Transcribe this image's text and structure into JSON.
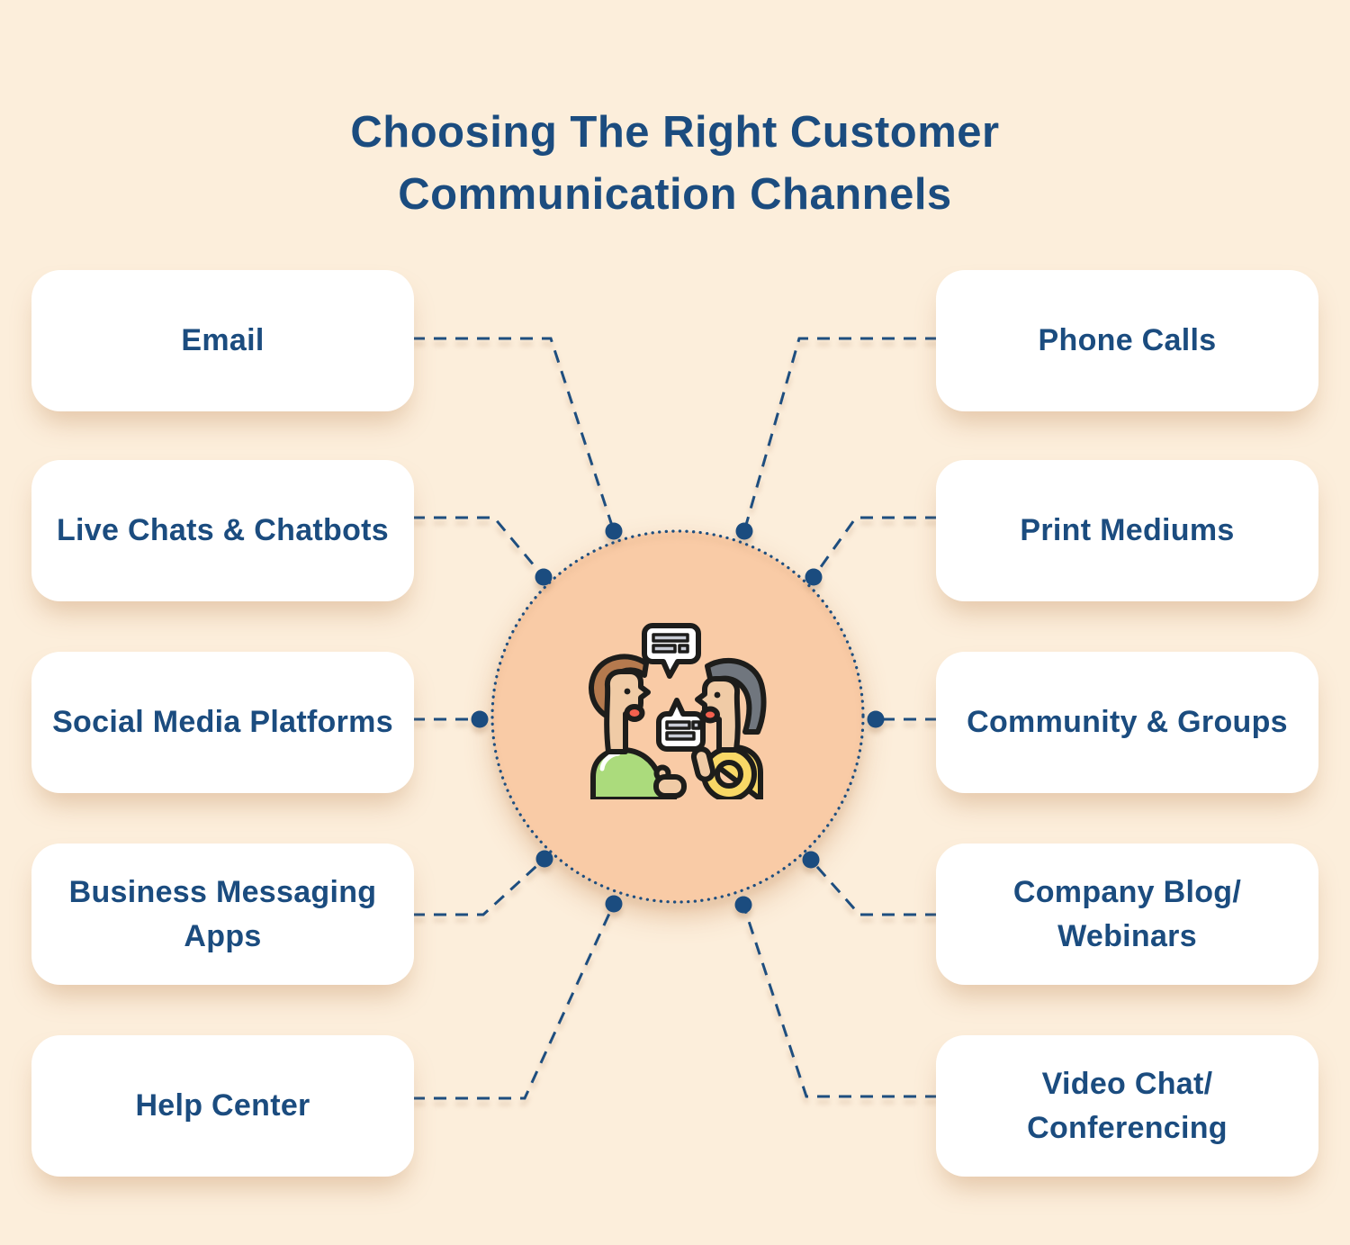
{
  "title": {
    "lines": [
      "Choosing The Right Customer",
      "Communication Channels"
    ]
  },
  "center": {
    "icon": "two-people-conversation-icon"
  },
  "channels": {
    "left": [
      {
        "label": "Email"
      },
      {
        "label": "Live Chats & Chatbots"
      },
      {
        "label": "Social Media Platforms"
      },
      {
        "label": "Business Messaging Apps"
      },
      {
        "label": "Help Center"
      }
    ],
    "right": [
      {
        "label": "Phone Calls"
      },
      {
        "label": "Print Mediums"
      },
      {
        "label": "Community & Groups"
      },
      {
        "label": "Company Blog/ Webinars"
      },
      {
        "label": "Video Chat/ Conferencing"
      }
    ]
  },
  "colors": {
    "background": "#fceedb",
    "text_navy": "#1b4c7f",
    "line_navy": "#1e4e7f",
    "circle_fill": "#f9cba6",
    "card_fill": "#ffffff",
    "icon_green_shirt": "#abdb7c",
    "icon_yellow_shirt": "#f8d866",
    "icon_brown_hair": "#b57a4e",
    "icon_gray_hair": "#70767e",
    "icon_skin": "#f0cba6",
    "icon_mouth_red": "#f4604e"
  }
}
